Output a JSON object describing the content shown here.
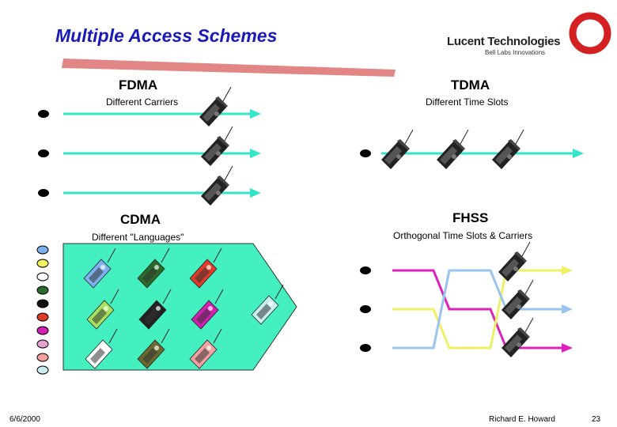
{
  "title": "Multiple Access Schemes",
  "logo": {
    "name": "Lucent Technologies",
    "tagline": "Bell Labs Innovations"
  },
  "quadrants": {
    "fdma": {
      "title": "FDMA",
      "subtitle": "Different Carriers"
    },
    "tdma": {
      "title": "TDMA",
      "subtitle": "Different Time Slots"
    },
    "cdma": {
      "title": "CDMA",
      "subtitle": "Different \"Languages\""
    },
    "fhss": {
      "title": "FHSS",
      "subtitle": "Orthogonal Time Slots & Carriers"
    }
  },
  "colors": {
    "arrow": "#33e6c8",
    "cdma_block": "#44f0c0",
    "magenta": "#dd22bb",
    "yellow": "#f0f066",
    "lightblue": "#99c4ee",
    "accent_title": "#1a1ab8",
    "logo_red": "#d42020"
  },
  "cdma_codes": [
    "#7fb0f0",
    "#f0f060",
    "#ffffff",
    "#2a6a2a",
    "#111111",
    "#e03a2a",
    "#d020b0",
    "#e8a0d0",
    "#f4a0a0",
    "#c8eef0"
  ],
  "footer": {
    "date": "6/6/2000",
    "author": "Richard E. Howard",
    "page": "23"
  }
}
